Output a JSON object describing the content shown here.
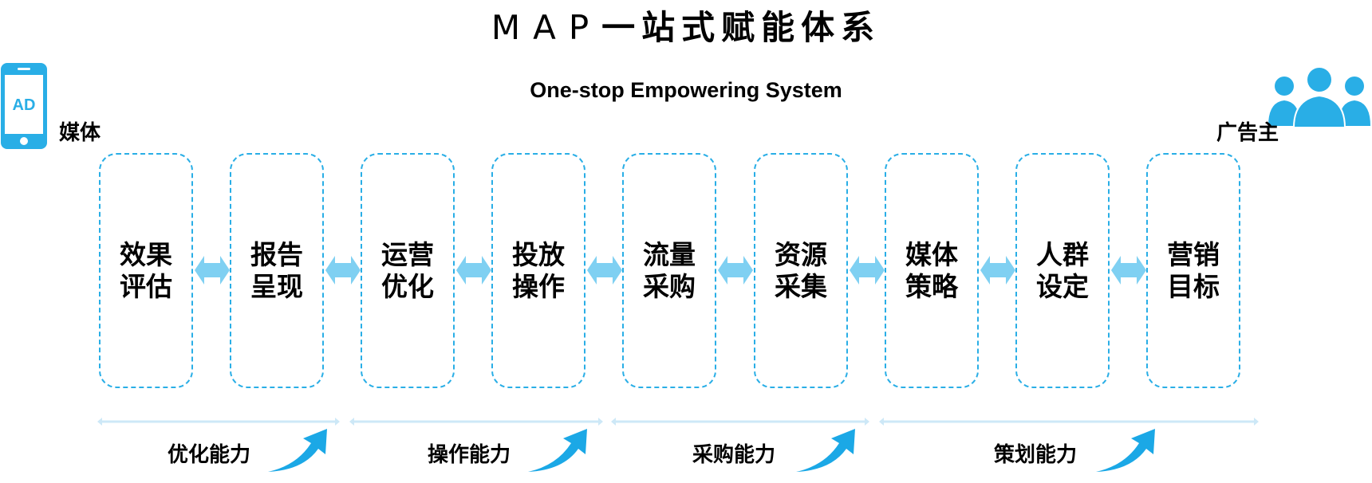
{
  "title": {
    "latin": "MAP",
    "cjk": "一站式赋能体系"
  },
  "subtitle": "One-stop Empowering System",
  "media": {
    "label": "媒体",
    "icon": "phone-ad-icon",
    "icon_text": "AD"
  },
  "advertiser": {
    "label": "广告主",
    "icon": "users-group-icon"
  },
  "stages": [
    {
      "label": "效果评估"
    },
    {
      "label": "报告呈现"
    },
    {
      "label": "运营优化"
    },
    {
      "label": "投放操作"
    },
    {
      "label": "流量采购"
    },
    {
      "label": "资源采集"
    },
    {
      "label": "媒体策略"
    },
    {
      "label": "人群设定"
    },
    {
      "label": "营销目标"
    }
  ],
  "capabilities": [
    {
      "label": "优化能力"
    },
    {
      "label": "操作能力"
    },
    {
      "label": "采购能力"
    },
    {
      "label": "策划能力"
    }
  ],
  "colors": {
    "accent": "#29aee6",
    "connector": "#7fd0f2",
    "line": "#cde8f7"
  }
}
